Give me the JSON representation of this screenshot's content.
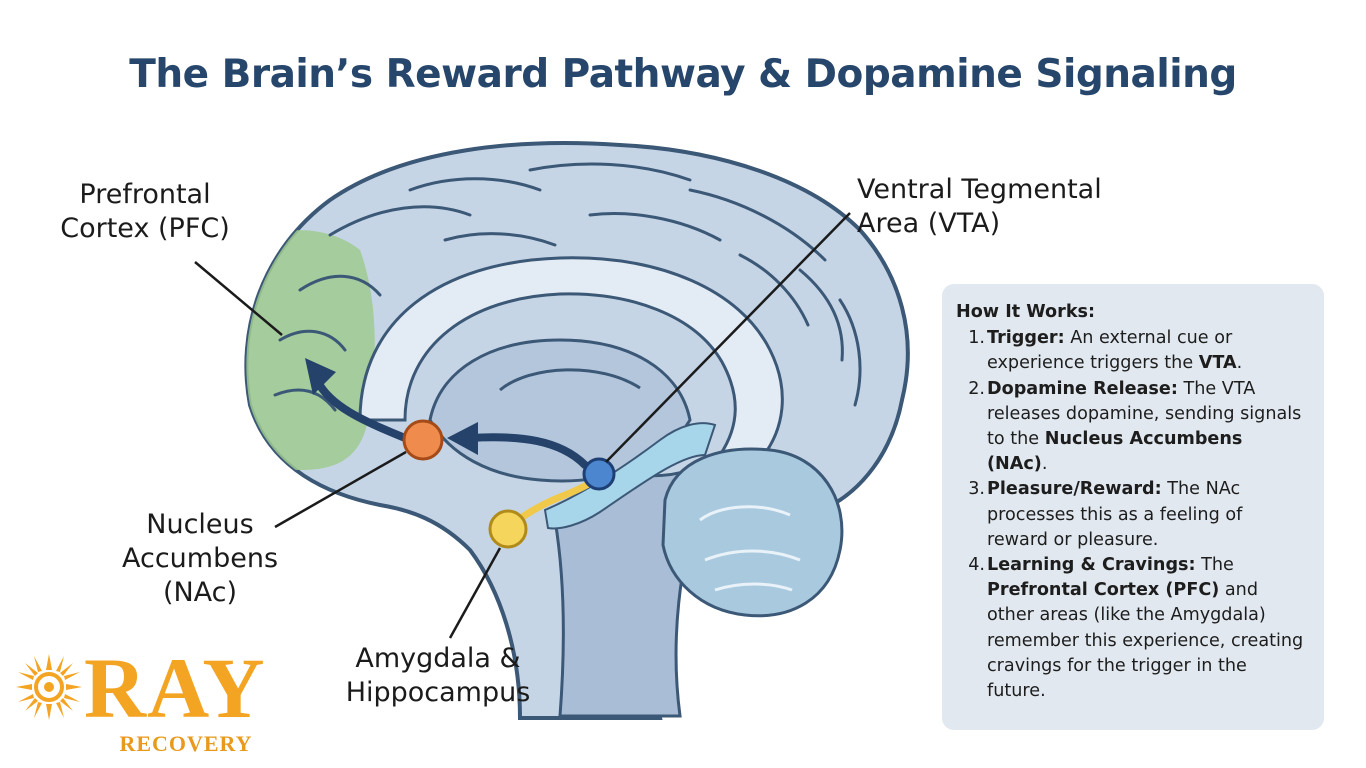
{
  "title": "The Brain’s Reward Pathway & Dopamine Signaling",
  "labels": {
    "pfc_line1": "Prefrontal",
    "pfc_line2": "Cortex (PFC)",
    "vta_line1": "Ventral Tegmental",
    "vta_line2": "Area (VTA)",
    "nac_line1": "Nucleus",
    "nac_line2": "Accumbens",
    "nac_line3": "(NAc)",
    "amy_line1": "Amygdala &",
    "amy_line2": "Hippocampus"
  },
  "how_it_works": {
    "heading": "How It Works:",
    "steps": [
      {
        "num": "1.",
        "term": "Trigger:",
        "text_before": " An external cue or experience triggers the ",
        "strong": "VTA",
        "text_after": "."
      },
      {
        "num": "2.",
        "term": "Dopamine Release:",
        "text_before": " The VTA releases dopamine, sending signals to the ",
        "strong": "Nucleus Accumbens (NAc)",
        "text_after": "."
      },
      {
        "num": "3.",
        "term": "Pleasure/Reward:",
        "text_before": " The NAc processes this as a feeling of reward or pleasure.",
        "strong": "",
        "text_after": ""
      },
      {
        "num": "4.",
        "term": "Learning & Cravings:",
        "text_before": " The ",
        "strong": "Prefrontal Cortex (PFC)",
        "text_after": " and other areas (like the Amygdala) remember this experience, creating cravings for the trigger in the future."
      }
    ]
  },
  "logo": {
    "name": "RAY",
    "subtitle": "RECOVERY",
    "icon": "sun-icon"
  },
  "colors": {
    "title": "#27466b",
    "brain_outline": "#3c5877",
    "brain_fill": "#c6d5e6",
    "pfc_region": "#9fca8f",
    "nac_node": "#f08b4e",
    "vta_node": "#4c86cf",
    "amygdala_node": "#f6d55c",
    "pathway_arrow": "#25426a",
    "brand_orange": "#f3a422"
  }
}
